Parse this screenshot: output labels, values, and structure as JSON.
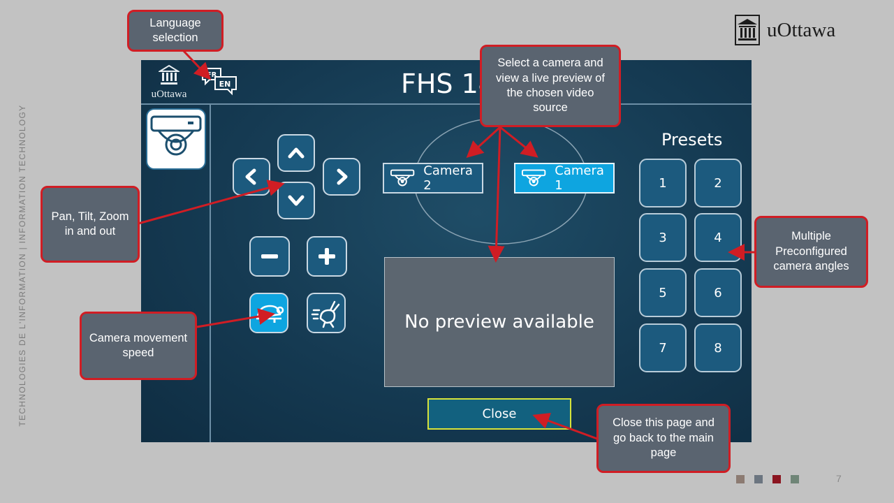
{
  "slide": {
    "side_text": "TECHNOLOGIES DE L'INFORMATION  |  INFORMATION TECHNOLOGY",
    "logo_text": "uOttawa",
    "page_number": "7",
    "footer_colors": [
      "#8c7b72",
      "#6b7580",
      "#8b1520",
      "#6f8577"
    ]
  },
  "panel": {
    "logo_text": "uOttawa",
    "room_title": "FHS 14",
    "language": {
      "fr": "FR",
      "en": "EN"
    },
    "camera_buttons": [
      {
        "label": "Camera 2",
        "selected": false
      },
      {
        "label": "Camera 1",
        "selected": true
      }
    ],
    "preview_text": "No preview available",
    "presets_title": "Presets",
    "presets": [
      "1",
      "2",
      "3",
      "4",
      "5",
      "6",
      "7",
      "8"
    ],
    "close_label": "Close",
    "speed": {
      "slow_selected": true,
      "fast_selected": false
    },
    "colors": {
      "accent": "#0ea5e0",
      "button": "#1c5a7e",
      "panel": "#153a52"
    }
  },
  "callouts": {
    "language": "Language selection",
    "camera_select": "Select a camera and view a live preview of the chosen video source",
    "ptz": "Pan, Tilt, Zoom in and out",
    "presets": "Multiple Preconfigured camera angles",
    "speed": "Camera movement speed",
    "close": "Close this page and go back to the main page"
  }
}
